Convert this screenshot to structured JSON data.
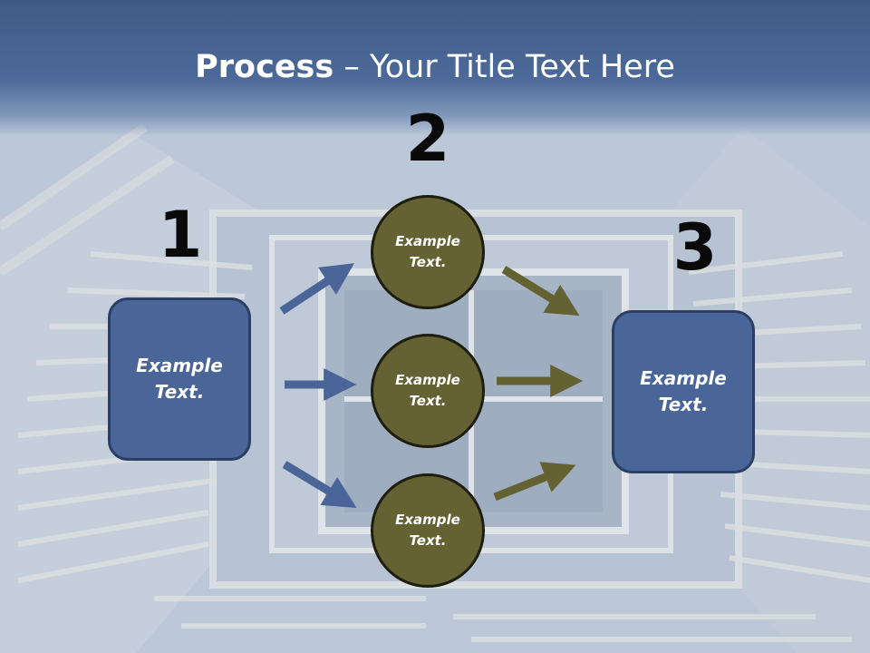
{
  "title": {
    "bold": "Process",
    "rest": " – Your Title Text Here"
  },
  "steps": {
    "one": "1",
    "two": "2",
    "three": "3"
  },
  "left_box": {
    "text": "Example Text."
  },
  "right_box": {
    "text": "Example Text."
  },
  "circles": [
    {
      "text": "Example Text."
    },
    {
      "text": "Example Text."
    },
    {
      "text": "Example Text."
    }
  ],
  "colors": {
    "box_fill": "#4a6597",
    "circle_fill": "#646232",
    "blue_arrow": "#4a6597",
    "olive_arrow": "#646232"
  }
}
